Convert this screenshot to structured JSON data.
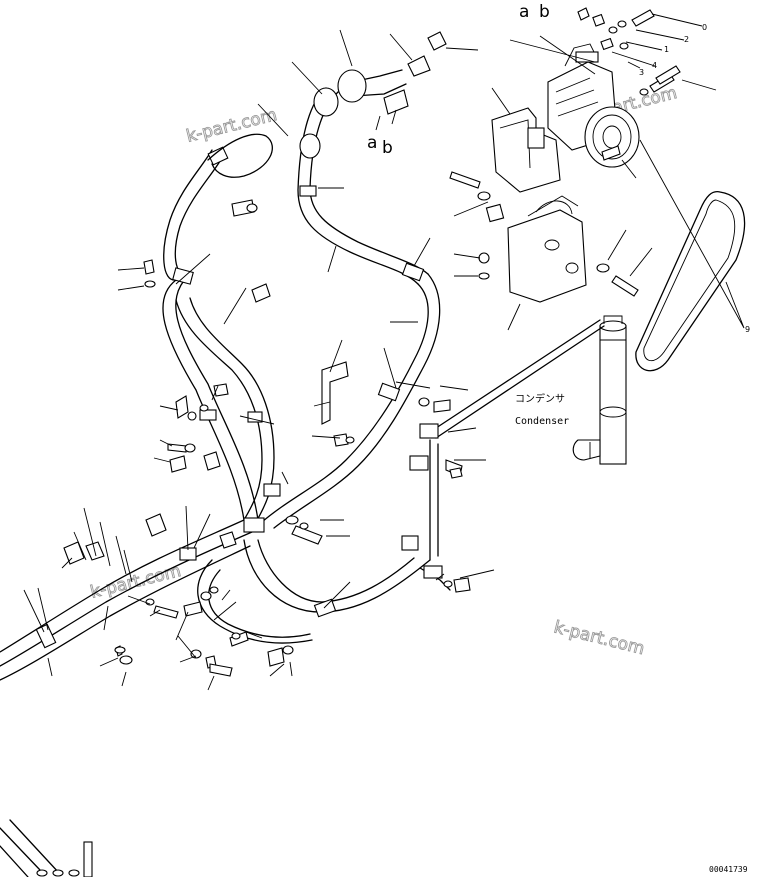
{
  "callouts": {
    "a_top": "a",
    "b_top": "b",
    "a_mid": "a",
    "b_mid": "b",
    "num_0": "0",
    "num_2": "2",
    "num_1": "1",
    "num_3": "3",
    "num_4": "4",
    "num_9": "9"
  },
  "condenser": {
    "jp": "コンデンサ",
    "en": "Condenser"
  },
  "watermarks": [
    "k-part.com",
    "k-part.com",
    "k-part.com",
    "k-part.com"
  ],
  "drawing_code": "00041739"
}
